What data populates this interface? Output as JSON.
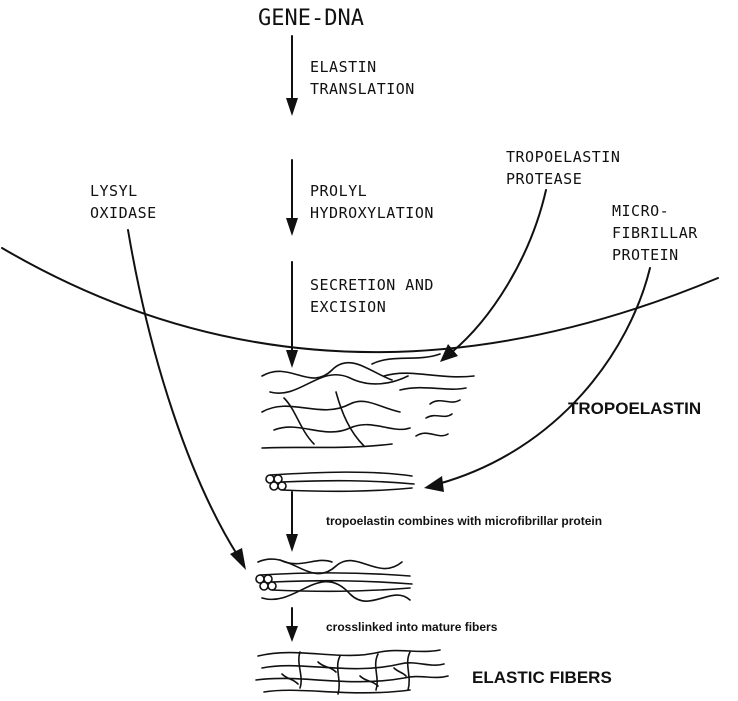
{
  "top_label": "GENE-DNA",
  "steps": [
    {
      "line1": "ELASTIN",
      "line2": "TRANSLATION"
    },
    {
      "line1": "PROLYL",
      "line2": "HYDROXYLATION"
    },
    {
      "line1": "SECRETION AND",
      "line2": "EXCISION"
    }
  ],
  "enzymes": {
    "lysyl_oxidase": {
      "line1": "LYSYL",
      "line2": "OXIDASE"
    },
    "protease": {
      "line1": "TROPOELASTIN",
      "line2": "PROTEASE"
    },
    "microfibrillar": {
      "line1": "MICRO-",
      "line2": "FIBRILLAR",
      "line3": "PROTEIN"
    }
  },
  "tropoelastin_label": "TROPOELASTIN",
  "combine_note": "tropoelastin combines with microfibrillar protein",
  "crosslink_note": "crosslinked into mature fibers",
  "fibers_label": "ELASTIC FIBERS"
}
